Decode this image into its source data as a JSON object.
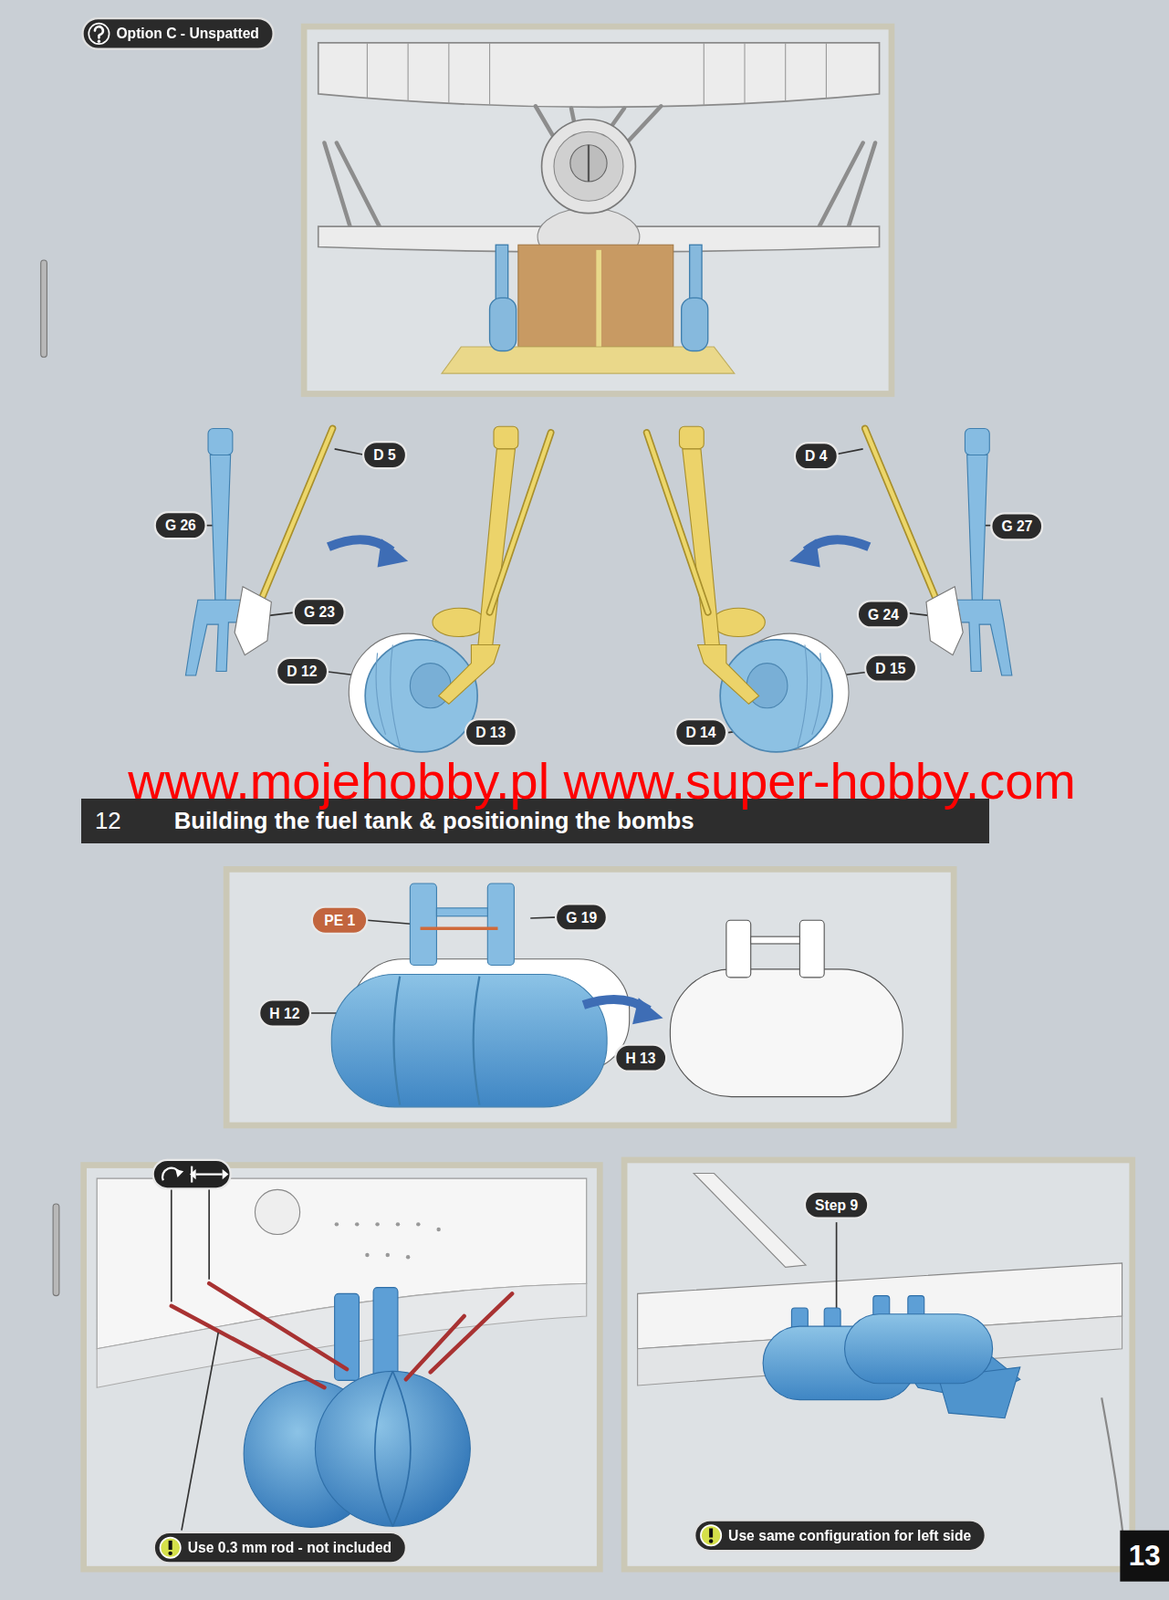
{
  "diagram": {
    "nodes": [
      {
        "text": [
          "Option C - Unspatted"
        ]
      },
      {
        "text": [
          "12",
          "Building the fuel tank & positioning the bombs"
        ]
      },
      {
        "text": [
          "Use 0.3 mm rod - not included"
        ]
      },
      {
        "text": [
          "Use same configuration for left side"
        ]
      }
    ],
    "labels": [
      "D 5",
      "G 26",
      "G 23",
      "D 12",
      "D 13",
      "D 4",
      "G 27",
      "G 24",
      "D 15",
      "D 14",
      "www.mojehobby.pl www.super-hobby.com",
      "PE 1",
      "G 19",
      "H 12",
      "H 13",
      "Step 9",
      "13"
    ]
  }
}
